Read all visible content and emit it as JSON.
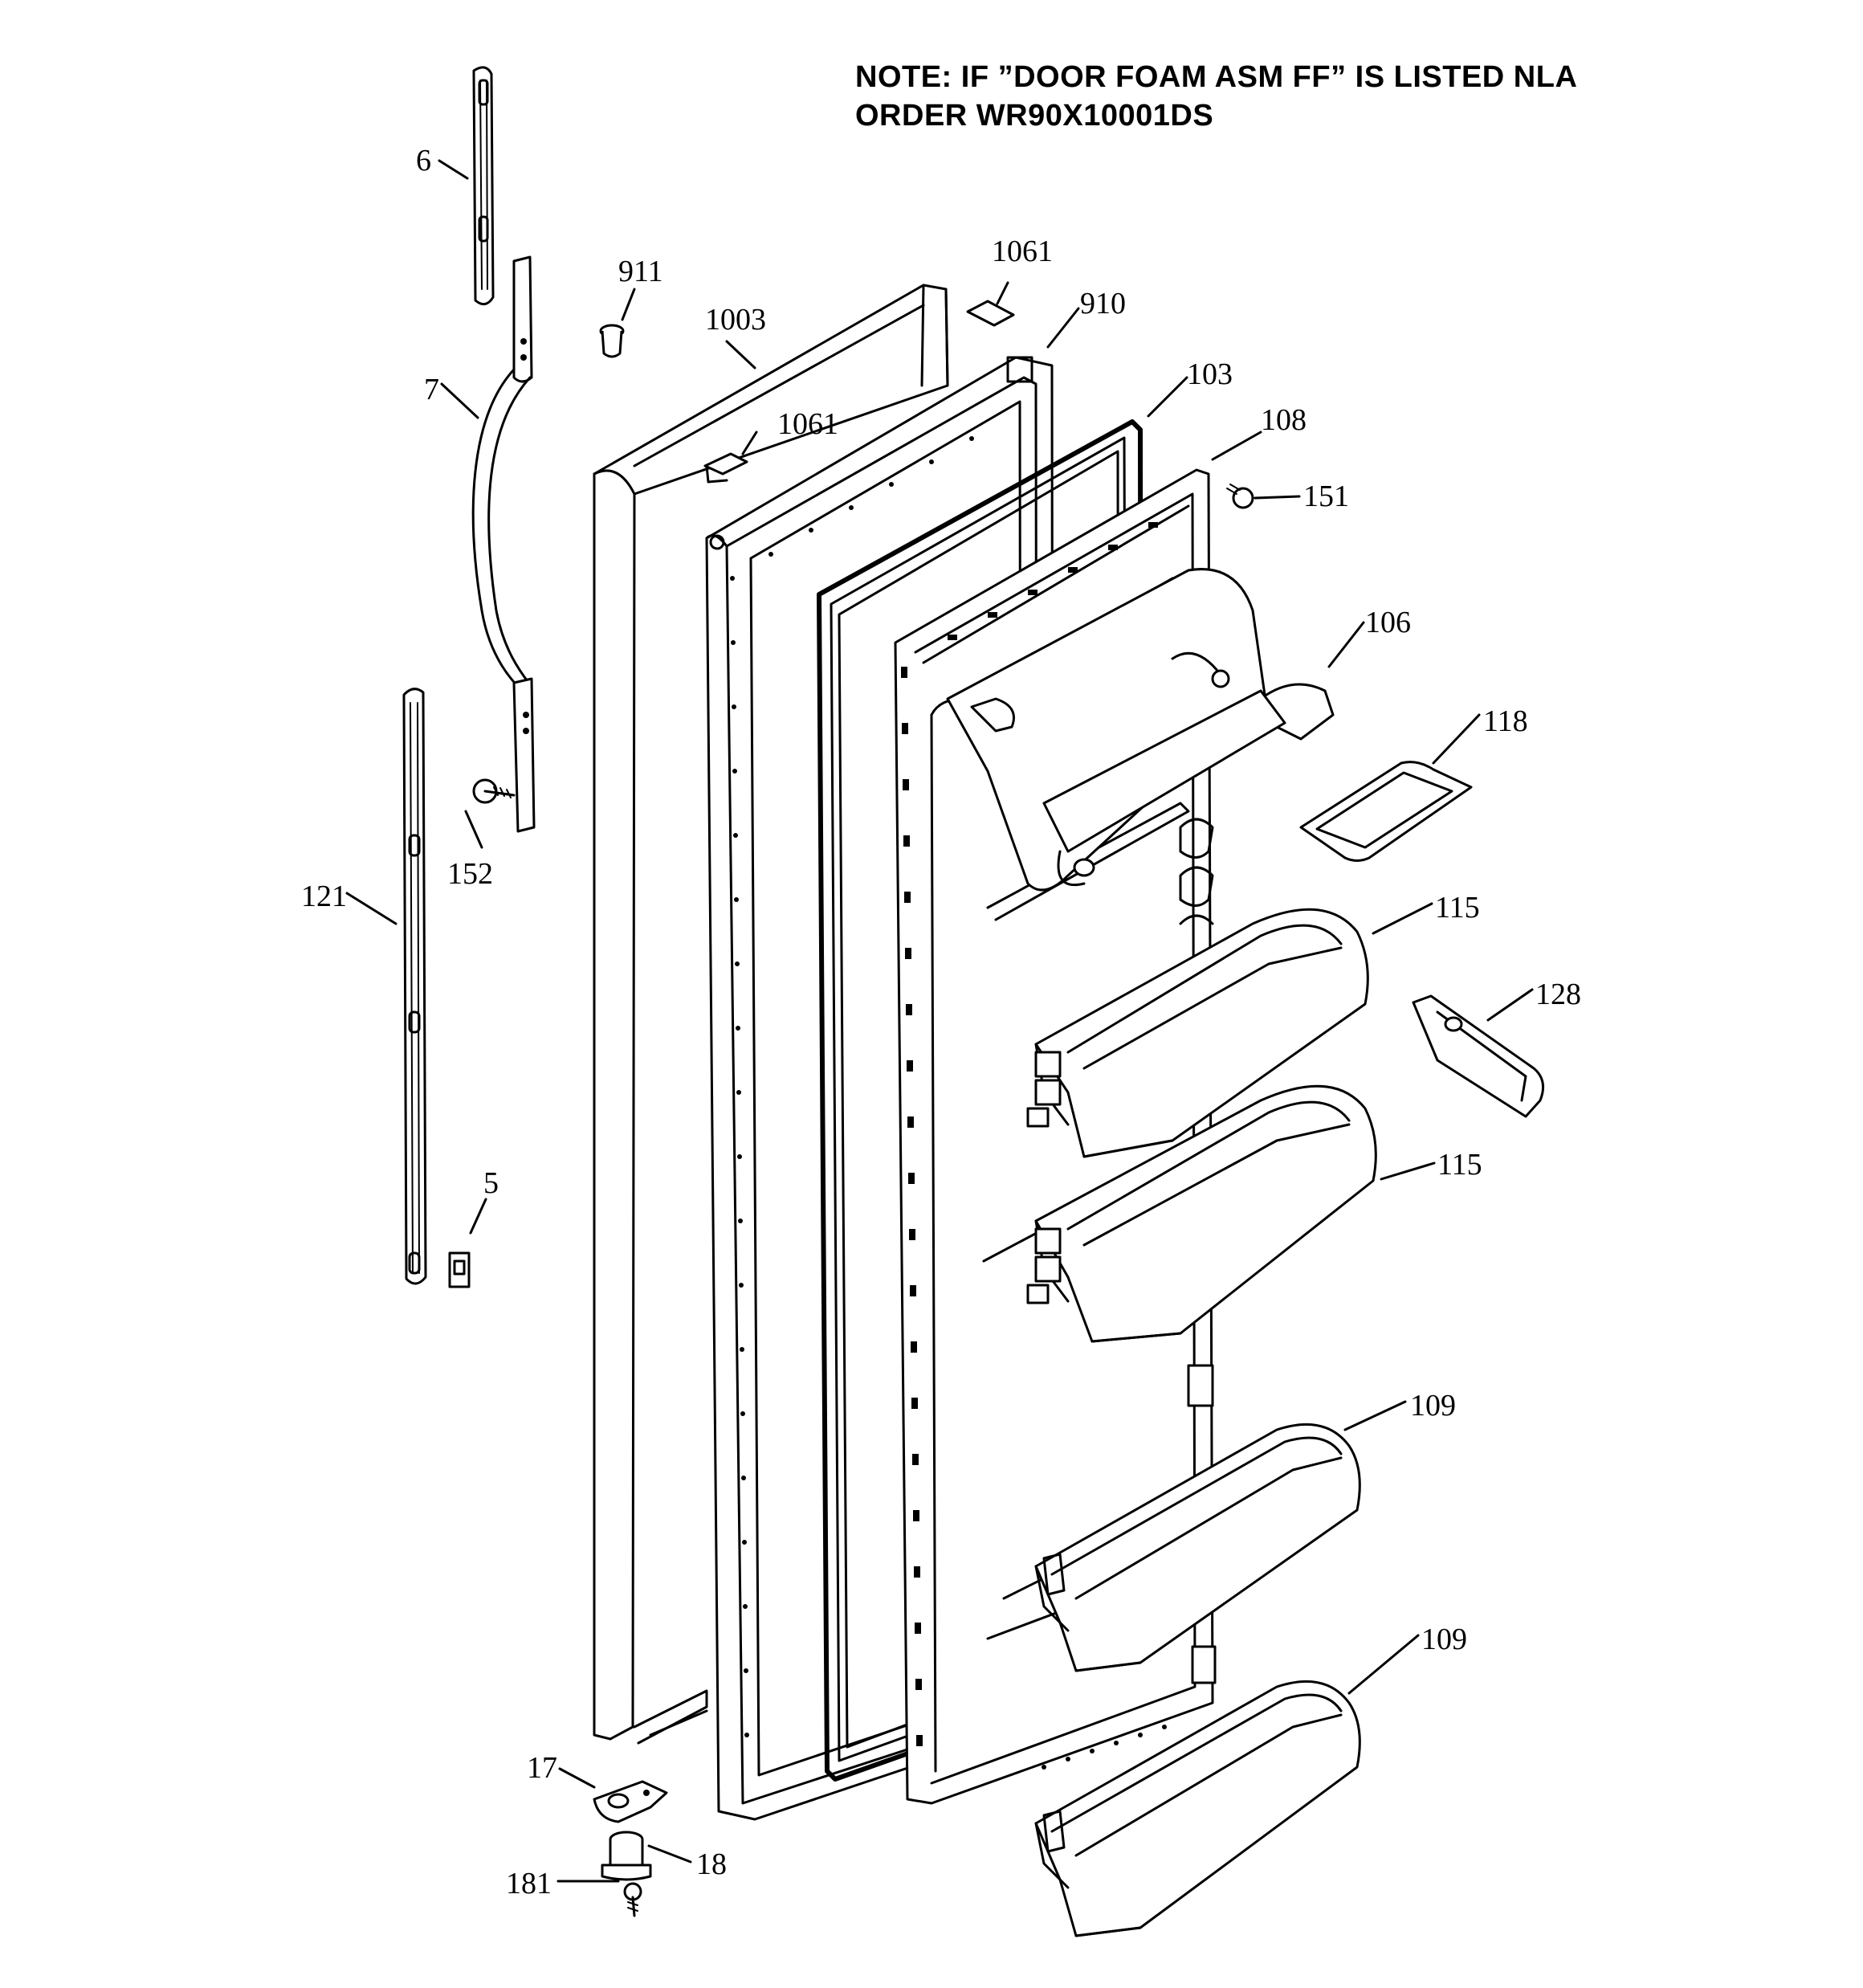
{
  "note": {
    "line1": "NOTE: IF ”DOOR FOAM ASM FF” IS LISTED NLA",
    "line2": "ORDER WR90X10001DS"
  },
  "callouts": {
    "c6": "6",
    "c7": "7",
    "c911": "911",
    "c1003": "1003",
    "c1061_top": "1061",
    "c910": "910",
    "c1061_mid": "1061",
    "c103": "103",
    "c108": "108",
    "c151": "151",
    "c106": "106",
    "c118": "118",
    "c152": "152",
    "c121": "121",
    "c115_upper": "115",
    "c128": "128",
    "c115_lower": "115",
    "c5": "5",
    "c109_upper": "109",
    "c109_lower": "109",
    "c17": "17",
    "c18": "18",
    "c181": "181"
  }
}
